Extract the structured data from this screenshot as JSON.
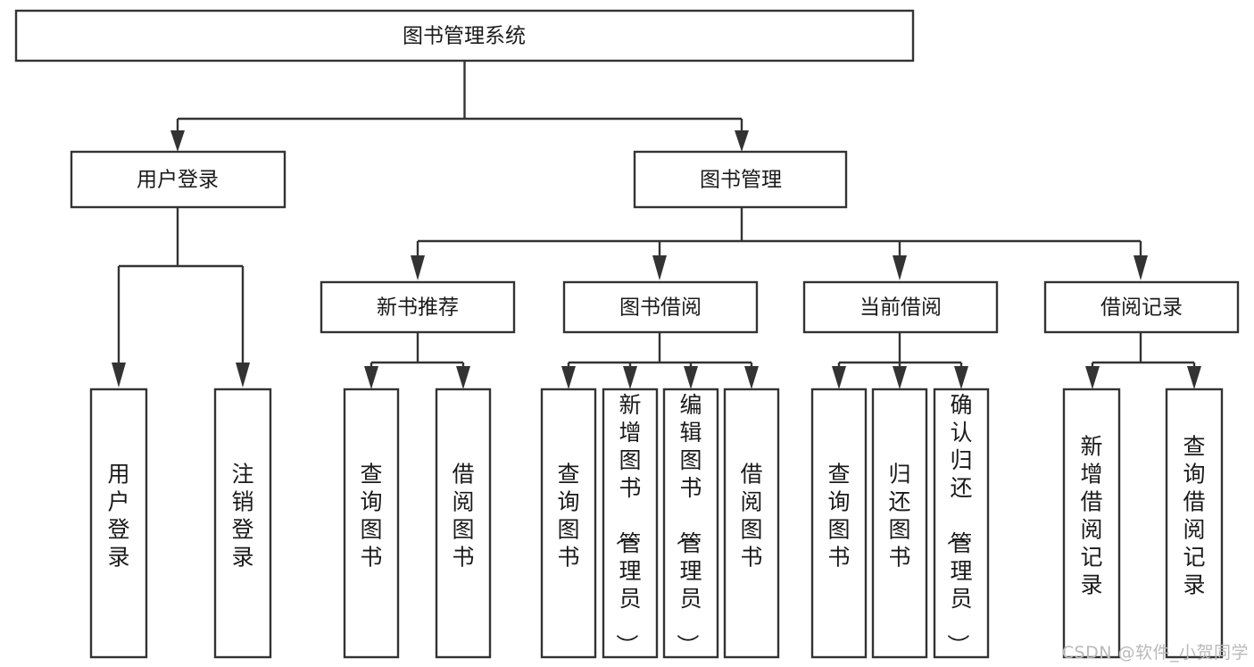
{
  "diagram": {
    "type": "tree-hierarchy-flowchart",
    "title": "图书管理系统",
    "watermark": "CSDN @软件_小贺同学",
    "colors": {
      "background": "#ffffff",
      "box_fill": "#ffffff",
      "box_stroke": "#333333",
      "text": "#1a1a1a",
      "watermark": "#b9b9b9"
    },
    "levels": [
      {
        "level": 1,
        "nodes": [
          {
            "id": "root",
            "label": "图书管理系统",
            "orientation": "horizontal"
          }
        ]
      },
      {
        "level": 2,
        "nodes": [
          {
            "id": "login",
            "label": "用户登录",
            "orientation": "horizontal",
            "parent": "root"
          },
          {
            "id": "bookmgmt",
            "label": "图书管理",
            "orientation": "horizontal",
            "parent": "root"
          }
        ]
      },
      {
        "level": 3,
        "nodes": [
          {
            "id": "newbook",
            "label": "新书推荐",
            "orientation": "horizontal",
            "parent": "bookmgmt"
          },
          {
            "id": "borrow",
            "label": "图书借阅",
            "orientation": "horizontal",
            "parent": "bookmgmt"
          },
          {
            "id": "current",
            "label": "当前借阅",
            "orientation": "horizontal",
            "parent": "bookmgmt"
          },
          {
            "id": "records",
            "label": "借阅记录",
            "orientation": "horizontal",
            "parent": "bookmgmt"
          }
        ]
      },
      {
        "level": 4,
        "nodes": [
          {
            "id": "leaf1",
            "label": "用户登录",
            "orientation": "vertical",
            "parent": "login"
          },
          {
            "id": "leaf2",
            "label": "注销登录",
            "orientation": "vertical",
            "parent": "login"
          },
          {
            "id": "leaf3",
            "label": "查询图书",
            "orientation": "vertical",
            "parent": "newbook"
          },
          {
            "id": "leaf4",
            "label": "借阅图书",
            "orientation": "vertical",
            "parent": "newbook"
          },
          {
            "id": "leaf5",
            "label": "查询图书",
            "orientation": "vertical",
            "parent": "borrow"
          },
          {
            "id": "leaf6",
            "label": "新增图书（管理员）",
            "orientation": "vertical",
            "parent": "borrow"
          },
          {
            "id": "leaf7",
            "label": "编辑图书（管理员）",
            "orientation": "vertical",
            "parent": "borrow"
          },
          {
            "id": "leaf8",
            "label": "借阅图书",
            "orientation": "vertical",
            "parent": "borrow"
          },
          {
            "id": "leaf9",
            "label": "查询图书",
            "orientation": "vertical",
            "parent": "current"
          },
          {
            "id": "leaf10",
            "label": "归还图书",
            "orientation": "vertical",
            "parent": "current"
          },
          {
            "id": "leaf11",
            "label": "确认归还（管理员）",
            "orientation": "vertical",
            "parent": "current"
          },
          {
            "id": "leaf12",
            "label": "新增借阅记录",
            "orientation": "vertical",
            "parent": "records"
          },
          {
            "id": "leaf13",
            "label": "查询借阅记录",
            "orientation": "vertical",
            "parent": "records"
          }
        ]
      }
    ]
  },
  "nodes": {
    "root": {
      "label": "图书管理系统"
    },
    "login": {
      "label": "用户登录"
    },
    "bookmgmt": {
      "label": "图书管理"
    },
    "newbook": {
      "label": "新书推荐"
    },
    "borrow": {
      "label": "图书借阅"
    },
    "current": {
      "label": "当前借阅"
    },
    "records": {
      "label": "借阅记录"
    },
    "leaf1": {
      "label": "用户登录"
    },
    "leaf2": {
      "label": "注销登录"
    },
    "leaf3": {
      "label": "查询图书"
    },
    "leaf4": {
      "label": "借阅图书"
    },
    "leaf5": {
      "label": "查询图书"
    },
    "leaf6": {
      "label": "新增图书（管理员）"
    },
    "leaf7": {
      "label": "编辑图书（管理员）"
    },
    "leaf8": {
      "label": "借阅图书"
    },
    "leaf9": {
      "label": "查询图书"
    },
    "leaf10": {
      "label": "归还图书"
    },
    "leaf11": {
      "label": "确认归还（管理员）"
    },
    "leaf12": {
      "label": "新增借阅记录"
    },
    "leaf13": {
      "label": "查询借阅记录"
    }
  },
  "watermark": {
    "text": "CSDN @软件_小贺同学"
  }
}
